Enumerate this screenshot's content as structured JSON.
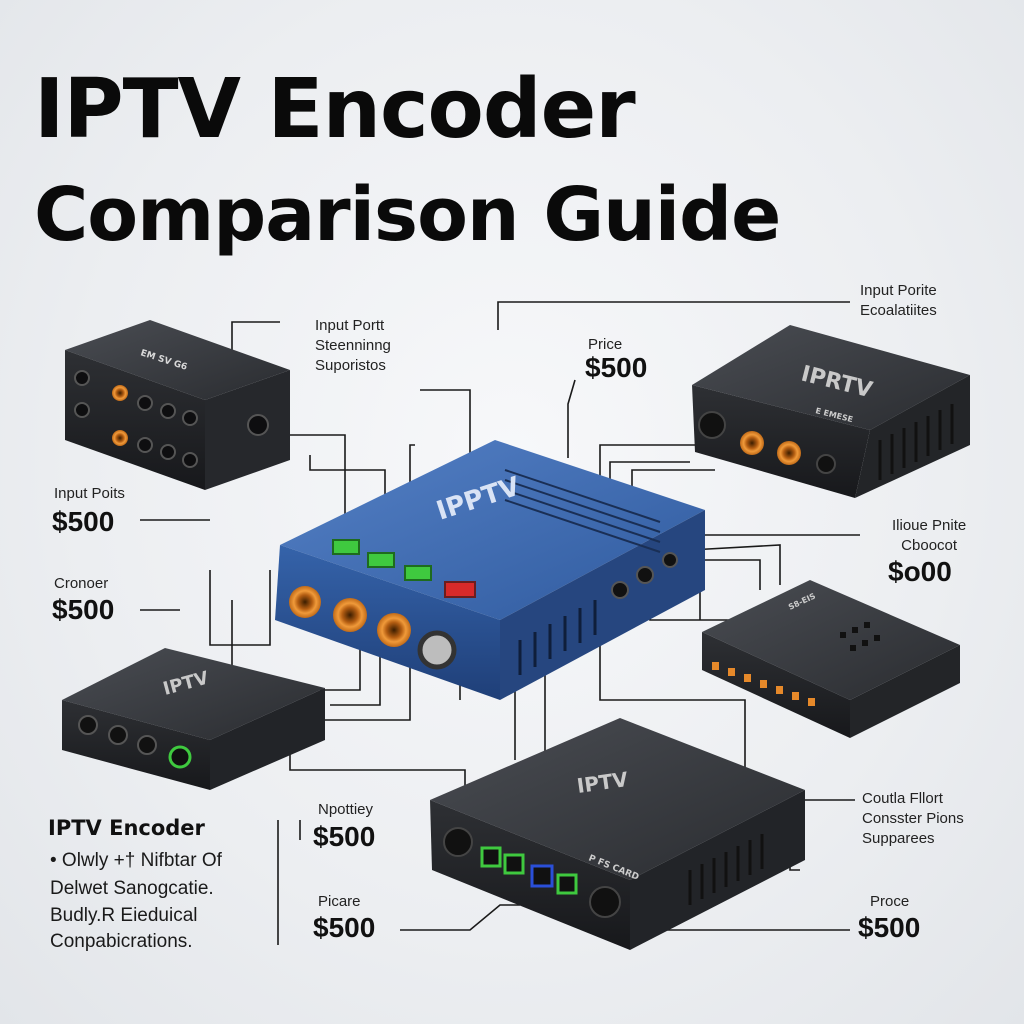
{
  "title": {
    "line1": "IPTV Encoder",
    "line2": "Comparison Guide"
  },
  "callouts": {
    "top_center": {
      "lines": [
        "Input Portt",
        "Steenninng",
        "Suporistos"
      ]
    },
    "top_price": {
      "label": "Price",
      "price": "$500"
    },
    "top_right": {
      "lines": [
        "Input Porite",
        "Ecoalatiites"
      ]
    },
    "left_upper": {
      "label": "Input Poits",
      "price": "$500"
    },
    "left_lower": {
      "label": "Cronoer",
      "price": "$500"
    },
    "right_middle": {
      "lines": [
        "Ilioue Pnite",
        "Cboocot"
      ],
      "price": "$o00"
    },
    "bottom_center_upper": {
      "label": "Npottiey",
      "price": "$500"
    },
    "bottom_center_lower": {
      "label": "Picare",
      "price": "$500"
    },
    "bottom_right_upper": {
      "lines": [
        "Coutla Fllort",
        "Consster Pions",
        "Supparees"
      ]
    },
    "bottom_right_lower": {
      "label": "Proce",
      "price": "$500"
    }
  },
  "description": {
    "title": "IPTV Encoder",
    "lines": [
      "• Olwly +† Nifbtar Of",
      "Delwet Sanogcatie.",
      "Budly.R Eieduical",
      "Conpabicrations."
    ]
  },
  "devices": {
    "center": {
      "brand": "IPPTV",
      "color": "#2f5a9e"
    },
    "top_left": {
      "label": "EM SV G6"
    },
    "top_right": {
      "brand": "IPRTV",
      "label": "E EMESE"
    },
    "left_bottom": {
      "brand": "IPTV"
    },
    "right_middle": {
      "label": "S8-EIS"
    },
    "bottom": {
      "brand": "IPTV",
      "label": "P FS CARD"
    }
  },
  "colors": {
    "port_orange": "#e6892a",
    "led_green": "#3fc93f",
    "led_red": "#d82a2a",
    "led_blue": "#2a4fd8",
    "device_dark": "#2a2c30"
  }
}
